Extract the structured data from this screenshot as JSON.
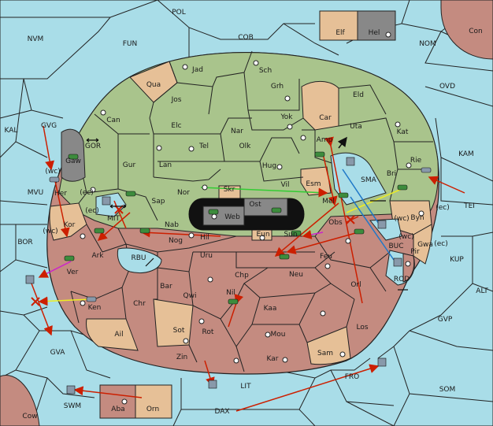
{
  "colors": {
    "sea": "#a9dde8",
    "border": "#222222",
    "land_green": "#a9c48c",
    "land_red": "#c48b80",
    "land_tan": "#e6c097",
    "land_gray": "#888888",
    "order_red": "#cc1f00",
    "order_green": "#33cc33",
    "order_yellow": "#eeee22",
    "order_blue": "#1f78c8",
    "order_magenta": "#cc22cc"
  },
  "sea_labels": [
    "POL",
    "NVM",
    "FUN",
    "COB",
    "NOM",
    "Con",
    "OVD",
    "KAL",
    "GVG",
    "GOR",
    "KAM",
    "MVU",
    "TEI",
    "BOR",
    "KUP",
    "ALT",
    "GVP",
    "GVA",
    "SOM",
    "LIT",
    "FRO",
    "DAX",
    "SWM",
    "Cow",
    "(wc)",
    "(ec)",
    "(ec)",
    "(wc)",
    "MIT",
    "RBU",
    "SMA",
    "BUC",
    "(wc)",
    "(wc)",
    "(ec)",
    "ROD",
    "(ec)",
    "Hel",
    "Elf"
  ],
  "territory_labels": [
    "Jad",
    "Sch",
    "Qua",
    "Jos",
    "Grh",
    "Eld",
    "Can",
    "Car",
    "Yok",
    "Elc",
    "Nar",
    "Uta",
    "Kat",
    "Tel",
    "Olk",
    "Amp",
    "Gaw",
    "Gur",
    "Lan",
    "Hug",
    "Bri",
    "Rie",
    "Her",
    "Nor",
    "Vil",
    "Esm",
    "Skr",
    "Sap",
    "Ost",
    "Mel",
    "Kor",
    "Web",
    "Byn",
    "Nab",
    "Eun",
    "Sun",
    "Obs",
    "Gwa",
    "Hil",
    "Nog",
    "Ark",
    "Uru",
    "Feu",
    "Pir",
    "Ver",
    "Chp",
    "Neu",
    "Orl",
    "Bar",
    "Qwi",
    "Nil",
    "Ken",
    "Chr",
    "Kaa",
    "Ail",
    "Sot",
    "Rot",
    "Mou",
    "Los",
    "Zin",
    "Kar",
    "Sam",
    "Aba",
    "Orn"
  ]
}
